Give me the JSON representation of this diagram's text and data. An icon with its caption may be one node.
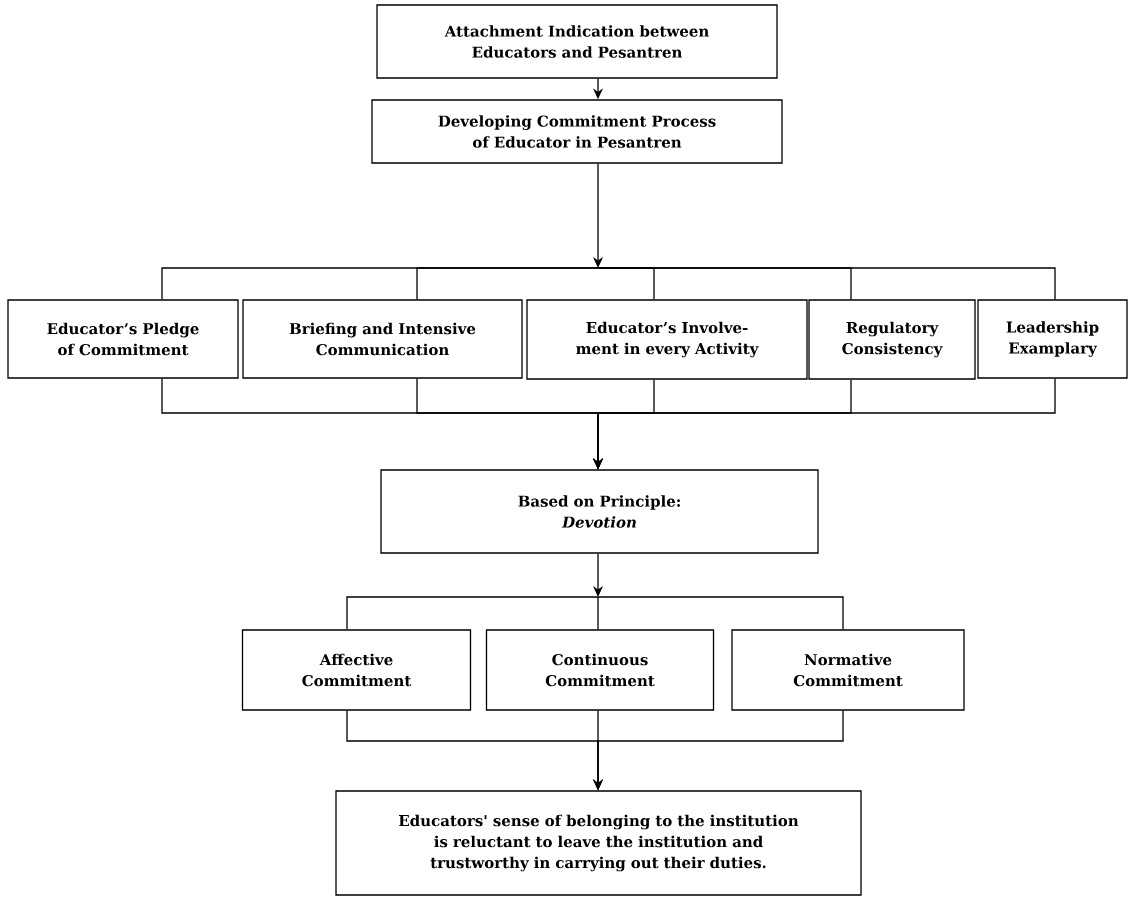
{
  "diagram": {
    "nodes": [
      {
        "text": [
          "Attachment Indication between Educators and Pesantren"
        ]
      },
      {
        "text": [
          "Developing Commitment Process of Educator in Pesantren"
        ]
      },
      {
        "text": [
          "Educator’s Pledge of Commitment"
        ]
      },
      {
        "text": [
          "Briefing and Intensive Communication"
        ]
      },
      {
        "text": [
          "Educator’s Involve-ment in every Activity"
        ]
      },
      {
        "text": [
          "Regulatory Consistency"
        ]
      },
      {
        "text": [
          "Leadership Examplary"
        ]
      },
      {
        "text": [
          "Based on Principle:",
          "Devotion"
        ]
      },
      {
        "text": [
          "Affective Commitment"
        ]
      },
      {
        "text": [
          "Continuous Commitment"
        ]
      },
      {
        "text": [
          "Normative Commitment"
        ]
      },
      {
        "text": [
          "Educators' sense of belonging to the institution is reluctant to leave the institution and trustworthy in carrying out their duties."
        ]
      }
    ],
    "edges": [
      {
        "from": 0,
        "to": 1,
        "arrow": "to"
      },
      {
        "from": 1,
        "to": null,
        "arrow": "to"
      },
      {
        "from": null,
        "to": 2,
        "arrow": "none"
      },
      {
        "from": null,
        "to": 3,
        "arrow": "none"
      },
      {
        "from": null,
        "to": 4,
        "arrow": "none"
      },
      {
        "from": null,
        "to": 5,
        "arrow": "none"
      },
      {
        "from": null,
        "to": 6,
        "arrow": "none"
      },
      {
        "from": 2,
        "to": 7,
        "arrow": "to"
      },
      {
        "from": 3,
        "to": 7,
        "arrow": "to"
      },
      {
        "from": 4,
        "to": 7,
        "arrow": "to"
      },
      {
        "from": 5,
        "to": 7,
        "arrow": "to"
      },
      {
        "from": 6,
        "to": 7,
        "arrow": "to"
      },
      {
        "from": 7,
        "to": null,
        "arrow": "to"
      },
      {
        "from": null,
        "to": 8,
        "arrow": "none"
      },
      {
        "from": null,
        "to": 9,
        "arrow": "none"
      },
      {
        "from": null,
        "to": 10,
        "arrow": "none"
      },
      {
        "from": 8,
        "to": 11,
        "arrow": "to"
      },
      {
        "from": 9,
        "to": 11,
        "arrow": "to"
      },
      {
        "from": 10,
        "to": 11,
        "arrow": "to"
      }
    ]
  }
}
